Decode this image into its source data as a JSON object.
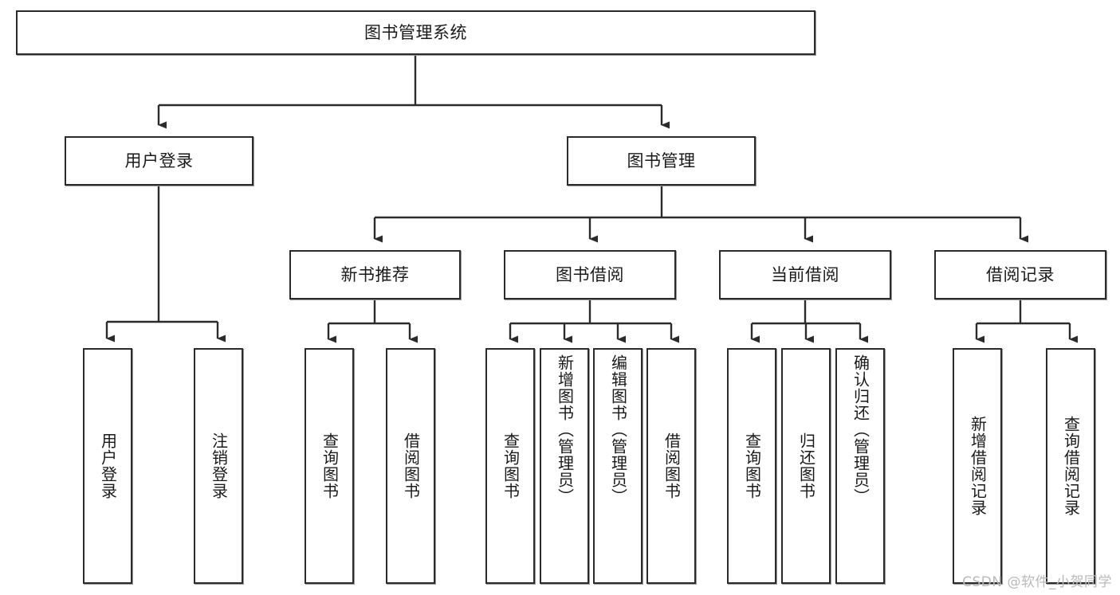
{
  "diagram": {
    "title": "图书管理系统",
    "type": "tree-hierarchy",
    "orientation": "top-down",
    "stroke_color": "#2b2b2b",
    "fill_color": "#ffffff",
    "text_color": "#1a1a1a",
    "watermark": "CSDN @软件_小贺同学"
  },
  "nodes": {
    "root": {
      "label": "图书管理系统"
    },
    "level2": [
      {
        "id": "user-login",
        "label": "用户登录"
      },
      {
        "id": "book-manage",
        "label": "图书管理"
      }
    ],
    "level3": [
      {
        "id": "new-book-recommend",
        "label": "新书推荐"
      },
      {
        "id": "book-borrow",
        "label": "图书借阅"
      },
      {
        "id": "current-borrow",
        "label": "当前借阅"
      },
      {
        "id": "borrow-record",
        "label": "借阅记录"
      }
    ],
    "leaves": {
      "user_login": [
        {
          "id": "leaf-user-login",
          "label": "用户登录"
        },
        {
          "id": "leaf-logout",
          "label": "注销登录"
        }
      ],
      "new_book_recommend": [
        {
          "id": "leaf-query-book-1",
          "label": "查询图书"
        },
        {
          "id": "leaf-borrow-book-1",
          "label": "借阅图书"
        }
      ],
      "book_borrow": [
        {
          "id": "leaf-query-book-2",
          "label": "查询图书"
        },
        {
          "id": "leaf-add-book",
          "label": "新增图书（管理员）"
        },
        {
          "id": "leaf-edit-book",
          "label": "编辑图书（管理员）"
        },
        {
          "id": "leaf-borrow-book-2",
          "label": "借阅图书"
        }
      ],
      "current_borrow": [
        {
          "id": "leaf-query-book-3",
          "label": "查询图书"
        },
        {
          "id": "leaf-return-book",
          "label": "归还图书"
        },
        {
          "id": "leaf-confirm-return",
          "label": "确认归还（管理员）"
        }
      ],
      "borrow_record": [
        {
          "id": "leaf-add-record",
          "label": "新增借阅记录"
        },
        {
          "id": "leaf-query-record",
          "label": "查询借阅记录"
        }
      ]
    }
  }
}
